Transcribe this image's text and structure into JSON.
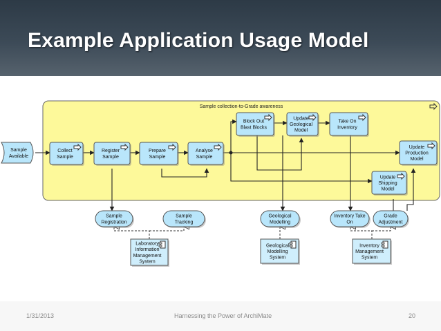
{
  "slide": {
    "title": "Example Application Usage Model",
    "footer_date": "1/31/2013",
    "footer_center": "Harnessing the Power of ArchiMate",
    "page_number": "20"
  },
  "diagram": {
    "group_label": "Sample collection-to-Grade awareness",
    "event": [
      "Sample",
      "Available"
    ],
    "processes": {
      "collect": [
        "Collect",
        "Sample"
      ],
      "register": [
        "Register",
        "Sample"
      ],
      "prepare": [
        "Prepare",
        "Sample"
      ],
      "analyse": [
        "Analyse",
        "Sample"
      ],
      "block_out": [
        "Block Out",
        "Blast Blocks"
      ],
      "update_geo": [
        "Update",
        "Geological",
        "Model"
      ],
      "take_on": [
        "Take On",
        "Inventory"
      ],
      "update_prod": [
        "Update",
        "Production",
        "Model"
      ],
      "update_ship": [
        "Update",
        "Shipping",
        "Model"
      ]
    },
    "services": {
      "registration": [
        "Sample",
        "Registration"
      ],
      "tracking": [
        "Sample",
        "Tracking"
      ],
      "geo_modelling": [
        "Geological",
        "Modelling"
      ],
      "inventory_take_on": [
        "Inventory Take",
        "On"
      ],
      "grade_adjustment": [
        "Grade",
        "Adjustment"
      ]
    },
    "components": {
      "lims": [
        "Laboratory",
        "Information",
        "Management",
        "System"
      ],
      "geo_system": [
        "Geological",
        "Modelling",
        "System"
      ],
      "inv_system": [
        "Inventory",
        "Management",
        "System"
      ]
    },
    "colors": {
      "group_fill": "#fdf99a",
      "process_fill": "#b9e6fb",
      "service_fill": "#b9e6fb",
      "component_fill": "#cfeefc",
      "border": "#555555"
    }
  }
}
